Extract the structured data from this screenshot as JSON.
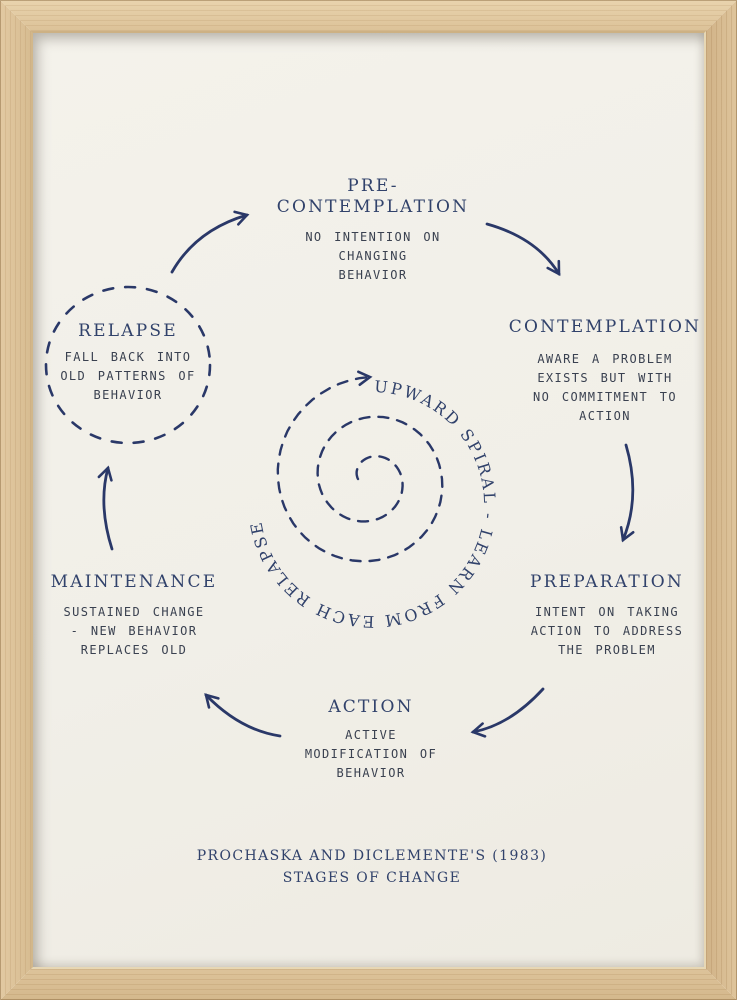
{
  "poster": {
    "footer": {
      "line1": "PROCHASKA AND DICLEMENTE'S (1983)",
      "line2": "STAGES OF CHANGE"
    },
    "center": {
      "spiral_label": "UPWARD SPIRAL - LEARN FROM EACH RELAPSE"
    },
    "stages": [
      {
        "name": "Pre-contemplation",
        "heading_lines": [
          "PRE-",
          "CONTEMPLATION"
        ],
        "desc_lines": [
          "NO INTENTION ON",
          "CHANGING",
          "BEHAVIOR"
        ]
      },
      {
        "name": "Contemplation",
        "heading_lines": [
          "CONTEMPLATION"
        ],
        "desc_lines": [
          "AWARE A PROBLEM",
          "EXISTS BUT WITH",
          "NO COMMITMENT TO",
          "ACTION"
        ]
      },
      {
        "name": "Preparation",
        "heading_lines": [
          "PREPARATION"
        ],
        "desc_lines": [
          "INTENT ON TAKING",
          "ACTION TO ADDRESS",
          "THE PROBLEM"
        ]
      },
      {
        "name": "Action",
        "heading_lines": [
          "ACTION"
        ],
        "desc_lines": [
          "ACTIVE",
          "MODIFICATION OF",
          "BEHAVIOR"
        ]
      },
      {
        "name": "Maintenance",
        "heading_lines": [
          "MAINTENANCE"
        ],
        "desc_lines": [
          "SUSTAINED CHANGE",
          "- NEW BEHAVIOR",
          "REPLACES OLD"
        ]
      },
      {
        "name": "Relapse",
        "heading_lines": [
          "RELAPSE"
        ],
        "desc_lines": [
          "FALL BACK INTO",
          "OLD PATTERNS OF",
          "BEHAVIOR"
        ]
      }
    ],
    "colors": {
      "navy_heading": "#31426b",
      "ink_handwriting": "#3a4150",
      "line_navy": "#2a3868",
      "paper": "#f2f0e9",
      "wood": "#dec49a"
    }
  }
}
